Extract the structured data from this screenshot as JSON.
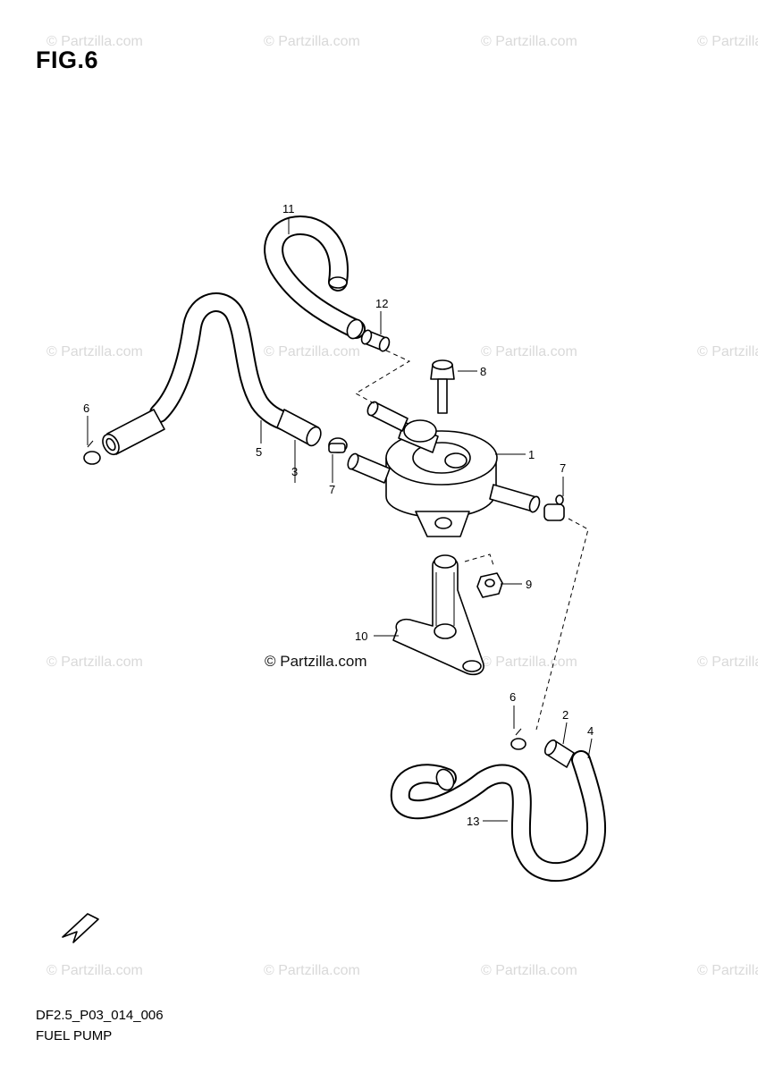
{
  "figure": {
    "title": "FIG.6"
  },
  "watermark": {
    "text": "© Partzilla.com"
  },
  "center_watermark": "© Partzilla.com",
  "callouts": [
    {
      "id": "c1",
      "label": "1"
    },
    {
      "id": "c2",
      "label": "2"
    },
    {
      "id": "c3",
      "label": "3"
    },
    {
      "id": "c4",
      "label": "4"
    },
    {
      "id": "c5",
      "label": "5"
    },
    {
      "id": "c6a",
      "label": "6"
    },
    {
      "id": "c6b",
      "label": "6"
    },
    {
      "id": "c7a",
      "label": "7"
    },
    {
      "id": "c7b",
      "label": "7"
    },
    {
      "id": "c8",
      "label": "8"
    },
    {
      "id": "c9",
      "label": "9"
    },
    {
      "id": "c10",
      "label": "10"
    },
    {
      "id": "c11",
      "label": "11"
    },
    {
      "id": "c12",
      "label": "12"
    },
    {
      "id": "c13",
      "label": "13"
    }
  ],
  "fwd_label": "FWD",
  "footer": {
    "code": "DF2.5_P03_014_006",
    "name": "FUEL PUMP"
  }
}
